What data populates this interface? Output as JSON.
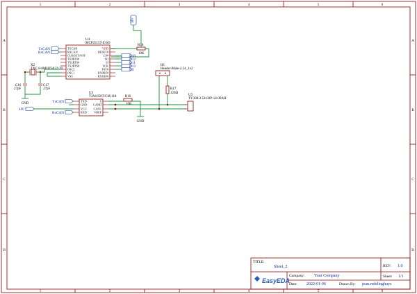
{
  "frame": {
    "columns": [
      "1",
      "2",
      "3",
      "4",
      "5",
      "6"
    ],
    "rows": [
      "A",
      "B",
      "C",
      "D"
    ]
  },
  "components": {
    "u4": {
      "ref": "U4",
      "value": "MCP2515T-E/SO",
      "left_pins": [
        "TXCAN",
        "RXCAN",
        "CLKOUT/SOF",
        "TX0RTS#",
        "TX1RTS#",
        "TX2RTS#",
        "OSC2",
        "OSC1",
        "VSS"
      ],
      "right_pins": [
        "VDD",
        "RESET#",
        "CS#",
        "SO",
        "SI",
        "SCK",
        "INT#",
        "RX0BF#",
        "RX1BF#"
      ]
    },
    "u3": {
      "ref": "U3",
      "value": "TJA1050T/CM,118",
      "left_pins": [
        "TXD",
        "GND",
        "VCC",
        "RXD"
      ],
      "right_pins": [
        "S",
        "CANH",
        "CANL",
        "VREF"
      ]
    },
    "u5": {
      "ref": "U5",
      "value": "TY308-2.54-02P-14-00AH"
    },
    "h1": {
      "ref": "H1",
      "value": "Header-Male-2.54_1x2"
    },
    "x2": {
      "ref": "X2",
      "value": "TXC 8-8MHZS032-20"
    },
    "r18": {
      "ref": "R18",
      "value": "10K"
    },
    "r16": {
      "ref": "R16",
      "value": "10K"
    },
    "r17": {
      "ref": "R17",
      "value": "120Ω"
    },
    "c16": {
      "ref": "C16",
      "value": "27pF"
    },
    "c17": {
      "ref": "C17",
      "value": "27pF"
    }
  },
  "nets": {
    "txcan": "TxCAN",
    "rxcan": "RxCAN",
    "hv": "HV",
    "gnd": "GND",
    "d10": "D10",
    "d12": "D12",
    "d11": "D11",
    "d13": "D13",
    "d9": "D9"
  },
  "title_block": {
    "title_label": "TITLE:",
    "title": "Sheet_2",
    "rev_label": "REV:",
    "rev": "1.0",
    "company_label": "Company:",
    "company": "Your Company",
    "sheet_label": "Sheet:",
    "sheet": "1/1",
    "date_label": "Date:",
    "date": "2022-01-06",
    "drawn_label": "Drawn By:",
    "drawn_by": "jean.redelinghuys",
    "logo": "EasyEDA"
  },
  "colors": {
    "frame": "#8b0000",
    "wire": "#1b8f3a",
    "net_label": "#0a2d9c",
    "logo": "#2a5ab8"
  }
}
